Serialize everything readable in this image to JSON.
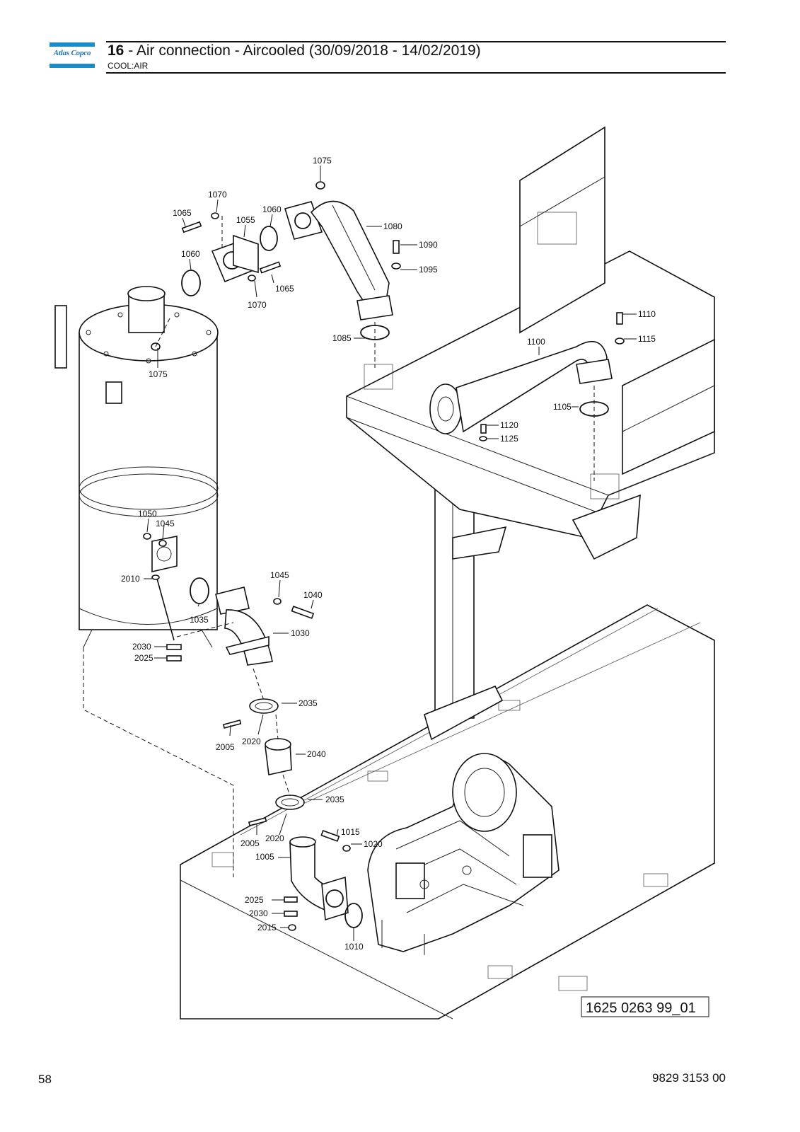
{
  "header": {
    "brand": "Atlas Copco",
    "section_number": "16",
    "title": " - Air connection - Aircooled (30/09/2018 - 14/02/2019)",
    "subtitle": "COOL:AIR"
  },
  "diagram": {
    "callouts": [
      {
        "id": "c1075a",
        "text": "1075"
      },
      {
        "id": "c1070a",
        "text": "1070"
      },
      {
        "id": "c1065a",
        "text": "1065"
      },
      {
        "id": "c1055",
        "text": "1055"
      },
      {
        "id": "c1060a",
        "text": "1060"
      },
      {
        "id": "c1080",
        "text": "1080"
      },
      {
        "id": "c1060b",
        "text": "1060"
      },
      {
        "id": "c1090",
        "text": "1090"
      },
      {
        "id": "c1095",
        "text": "1095"
      },
      {
        "id": "c1065b",
        "text": "1065"
      },
      {
        "id": "c1070b",
        "text": "1070"
      },
      {
        "id": "c1110",
        "text": "1110"
      },
      {
        "id": "c1085",
        "text": "1085"
      },
      {
        "id": "c1100",
        "text": "1100"
      },
      {
        "id": "c1115",
        "text": "1115"
      },
      {
        "id": "c1075b",
        "text": "1075"
      },
      {
        "id": "c1105",
        "text": "1105"
      },
      {
        "id": "c1120",
        "text": "1120"
      },
      {
        "id": "c1125",
        "text": "1125"
      },
      {
        "id": "c1050",
        "text": "1050"
      },
      {
        "id": "c1045a",
        "text": "1045"
      },
      {
        "id": "c2010",
        "text": "2010"
      },
      {
        "id": "c1045b",
        "text": "1045"
      },
      {
        "id": "c1040",
        "text": "1040"
      },
      {
        "id": "c1035",
        "text": "1035"
      },
      {
        "id": "c1030",
        "text": "1030"
      },
      {
        "id": "c2030a",
        "text": "2030"
      },
      {
        "id": "c2025a",
        "text": "2025"
      },
      {
        "id": "c2035a",
        "text": "2035"
      },
      {
        "id": "c2005a",
        "text": "2005"
      },
      {
        "id": "c2020a",
        "text": "2020"
      },
      {
        "id": "c2040",
        "text": "2040"
      },
      {
        "id": "c2035b",
        "text": "2035"
      },
      {
        "id": "c1015",
        "text": "1015"
      },
      {
        "id": "c2005b",
        "text": "2005"
      },
      {
        "id": "c2020b",
        "text": "2020"
      },
      {
        "id": "c1020",
        "text": "1020"
      },
      {
        "id": "c1005",
        "text": "1005"
      },
      {
        "id": "c2025b",
        "text": "2025"
      },
      {
        "id": "c2030b",
        "text": "2030"
      },
      {
        "id": "c2015",
        "text": "2015"
      },
      {
        "id": "c1010",
        "text": "1010"
      }
    ],
    "reference_code": "1625 0263 99_01"
  },
  "footer": {
    "page_number": "58",
    "document_number": "9829 3153 00"
  }
}
